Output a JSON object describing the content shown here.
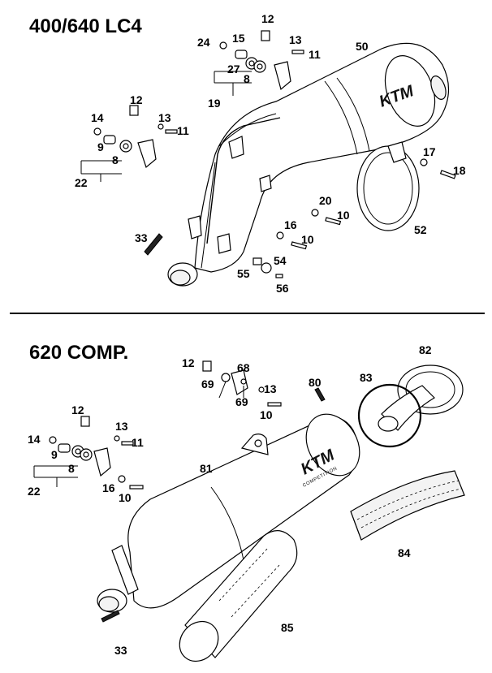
{
  "sections": [
    {
      "title": "400/640 LC4",
      "callouts": [
        "24",
        "15",
        "12",
        "13",
        "11",
        "27",
        "8",
        "19",
        "50",
        "12",
        "14",
        "13",
        "11",
        "9",
        "8",
        "22",
        "17",
        "18",
        "20",
        "10",
        "16",
        "10",
        "52",
        "33",
        "54",
        "55",
        "56"
      ]
    },
    {
      "title": "620 COMP.",
      "callouts": [
        "12",
        "68",
        "69",
        "69",
        "13",
        "10",
        "80",
        "82",
        "83",
        "12",
        "13",
        "11",
        "14",
        "9",
        "8",
        "22",
        "16",
        "10",
        "81",
        "84",
        "85",
        "33"
      ]
    }
  ],
  "logos": {
    "ktm_lc4": "KTM",
    "ktm_comp": "KTM",
    "competition": "COMPETITION"
  },
  "colors": {
    "ink": "#000000",
    "paper": "#ffffff",
    "ring": "#000000"
  }
}
